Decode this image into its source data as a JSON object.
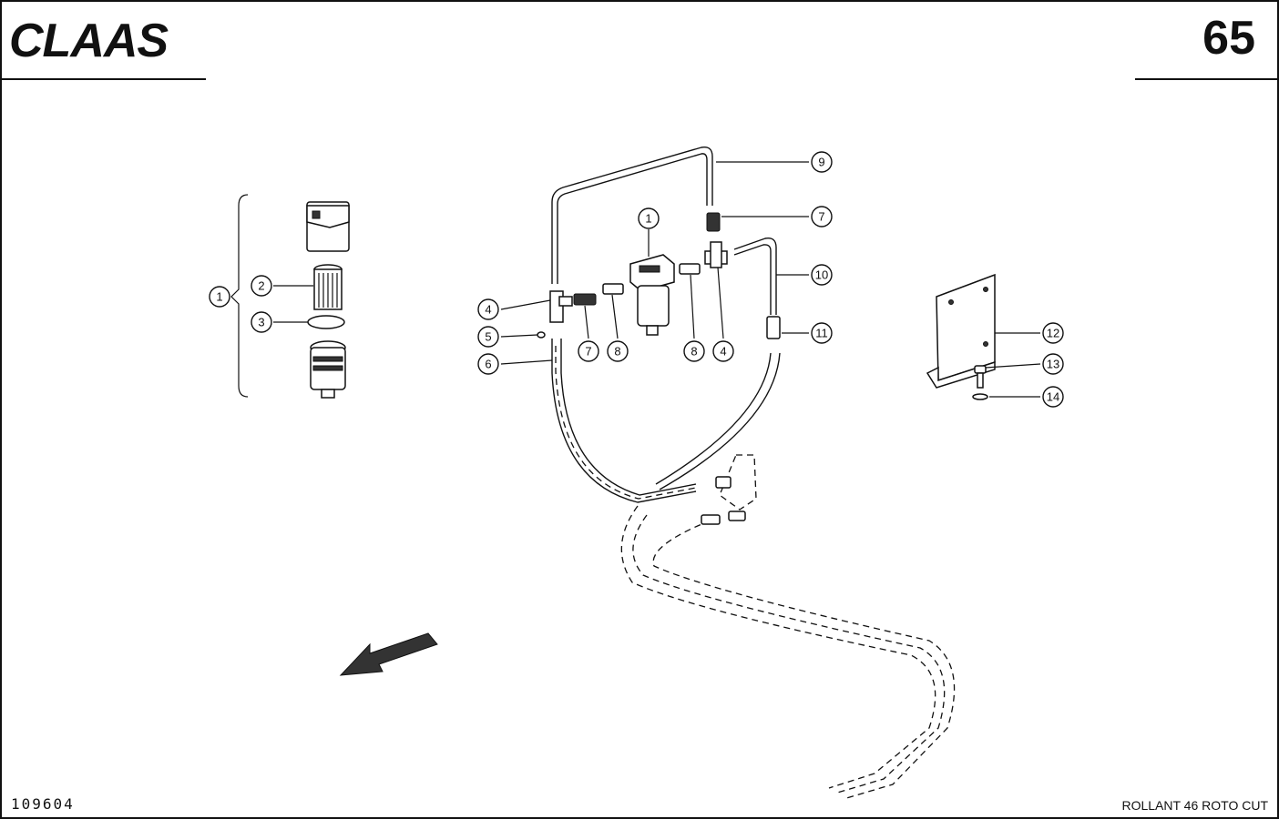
{
  "header": {
    "brand": "CLAAS",
    "page_number": "65"
  },
  "footer": {
    "drawing_number": "109604",
    "model": "ROLLANT 46 ROTO CUT"
  },
  "callouts": [
    {
      "id": "c1-exploded",
      "label": "1"
    },
    {
      "id": "c2",
      "label": "2"
    },
    {
      "id": "c3",
      "label": "3"
    },
    {
      "id": "c1-filter",
      "label": "1"
    },
    {
      "id": "c4-left",
      "label": "4"
    },
    {
      "id": "c5",
      "label": "5"
    },
    {
      "id": "c6",
      "label": "6"
    },
    {
      "id": "c7-left",
      "label": "7"
    },
    {
      "id": "c8-left",
      "label": "8"
    },
    {
      "id": "c8-right",
      "label": "8"
    },
    {
      "id": "c4-right",
      "label": "4"
    },
    {
      "id": "c9",
      "label": "9"
    },
    {
      "id": "c7-top",
      "label": "7"
    },
    {
      "id": "c10",
      "label": "10"
    },
    {
      "id": "c11",
      "label": "11"
    },
    {
      "id": "c12",
      "label": "12"
    },
    {
      "id": "c13",
      "label": "13"
    },
    {
      "id": "c14",
      "label": "14"
    }
  ]
}
